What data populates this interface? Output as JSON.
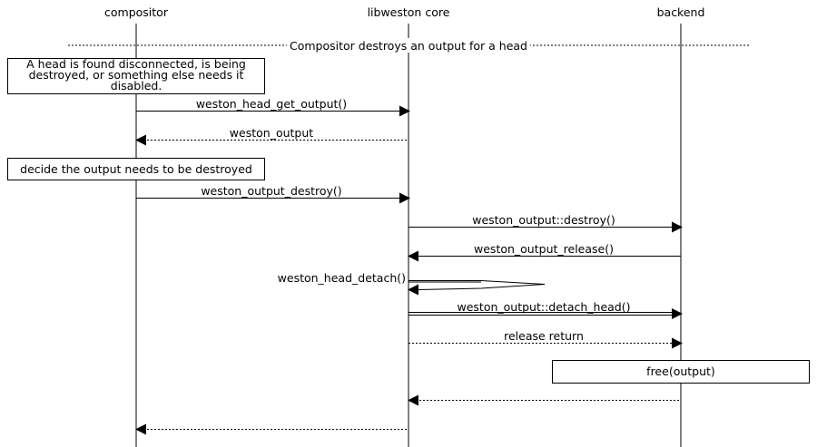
{
  "participants": {
    "compositor": "compositor",
    "core": "libweston core",
    "backend": "backend"
  },
  "section": {
    "title": "Compositor destroys an output for a head"
  },
  "notes": {
    "disconnected_line1": "A head is found disconnected, is being",
    "disconnected_line2": "destroyed, or something else needs it",
    "disconnected_line3": "disabled.",
    "decide": "decide the output needs to be destroyed",
    "free": "free(output)"
  },
  "messages": {
    "get_output": "weston_head_get_output()",
    "output_reply": "weston_output",
    "output_destroy": "weston_output_destroy()",
    "destroy_vfunc": "weston_output::destroy()",
    "output_release": "weston_output_release()",
    "head_detach": "weston_head_detach()",
    "detach_head": "weston_output::detach_head()",
    "release_return": "release return"
  }
}
